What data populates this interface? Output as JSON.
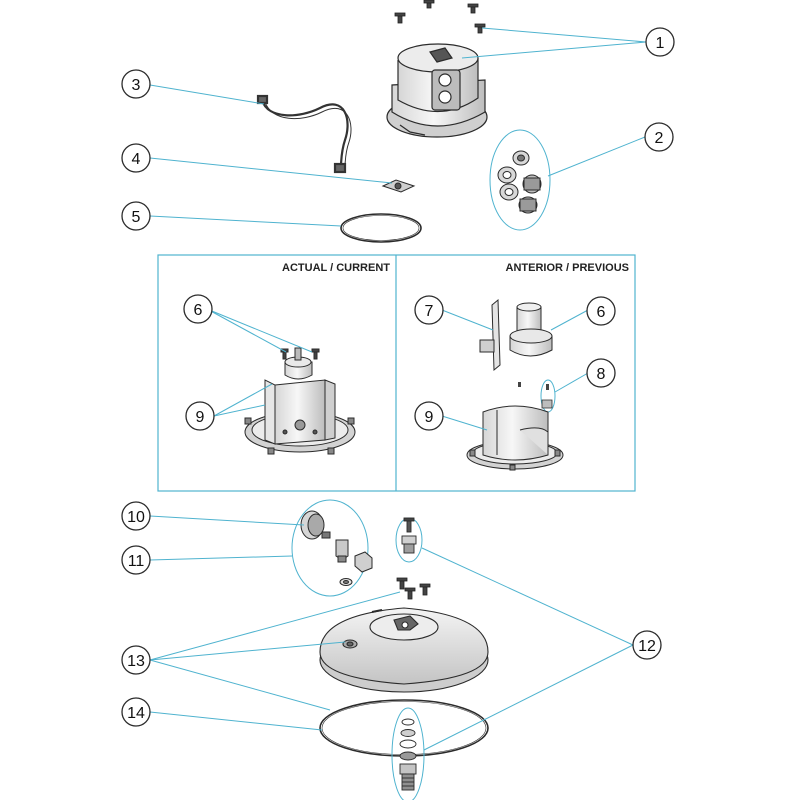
{
  "panel": {
    "current_label": "ACTUAL / CURRENT",
    "previous_label": "ANTERIOR / PREVIOUS"
  },
  "callouts": [
    "1",
    "2",
    "3",
    "4",
    "5",
    "6",
    "6",
    "7",
    "8",
    "9",
    "9",
    "10",
    "11",
    "12",
    "13",
    "14"
  ],
  "colors": {
    "leader": "#4fb3cf",
    "panel_border": "#4fb3cf",
    "part_stroke": "#2b2b2b",
    "part_fill_light": "#f2f2f2",
    "part_fill_mid": "#c9c9c9",
    "part_fill_dark": "#7a7a7a"
  }
}
